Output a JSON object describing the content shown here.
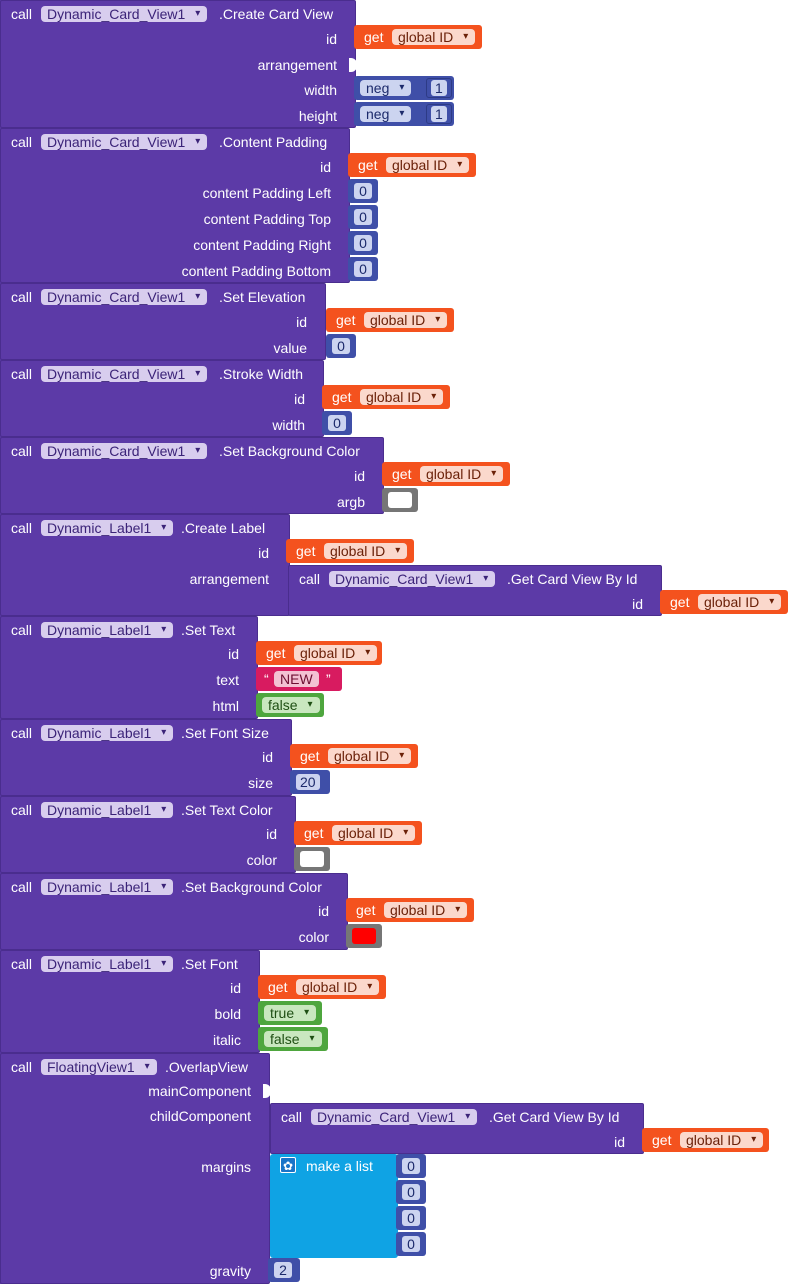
{
  "common": {
    "call": "call",
    "get": "get",
    "global_id": "global ID",
    "quote_open": "“",
    "quote_close": "”",
    "make_a_list": "make a list"
  },
  "components": {
    "card": "Dynamic_Card_View1",
    "label": "Dynamic_Label1",
    "floating": "FloatingView1"
  },
  "blocks": {
    "create_card_view": {
      "method": ".Create Card View",
      "params": [
        "id",
        "arrangement",
        "width",
        "height"
      ],
      "neg_label": "neg",
      "width_value": "1",
      "height_value": "1"
    },
    "content_padding": {
      "method": ".Content Padding",
      "params": [
        "id",
        "content Padding Left",
        "content Padding Top",
        "content Padding Right",
        "content Padding Bottom"
      ],
      "values": [
        "0",
        "0",
        "0",
        "0"
      ]
    },
    "set_elevation": {
      "method": ".Set Elevation",
      "params": [
        "id",
        "value"
      ],
      "value": "0"
    },
    "stroke_width": {
      "method": ".Stroke Width",
      "params": [
        "id",
        "width"
      ],
      "value": "0"
    },
    "card_bg_color": {
      "method": ".Set Background Color",
      "params": [
        "id",
        "argb"
      ],
      "swatch": "#ffffff"
    },
    "create_label": {
      "method": ".Create Label",
      "params": [
        "id",
        "arrangement"
      ],
      "inner_method": ".Get Card View By Id",
      "inner_param": "id"
    },
    "set_text": {
      "method": ".Set Text",
      "params": [
        "id",
        "text",
        "html"
      ],
      "text": "NEW",
      "html": "false"
    },
    "set_font_size": {
      "method": ".Set Font Size",
      "params": [
        "id",
        "size"
      ],
      "value": "20"
    },
    "set_text_color": {
      "method": ".Set Text Color",
      "params": [
        "id",
        "color"
      ],
      "swatch": "#ffffff"
    },
    "label_bg_color": {
      "method": ".Set Background Color",
      "params": [
        "id",
        "color"
      ],
      "swatch": "#ff0000"
    },
    "set_font": {
      "method": ".Set Font",
      "params": [
        "id",
        "bold",
        "italic"
      ],
      "bold": "true",
      "italic": "false"
    },
    "overlap_view": {
      "method": ".OverlapView",
      "params": [
        "mainComponent",
        "childComponent",
        "margins",
        "gravity"
      ],
      "inner_method": ".Get Card View By Id",
      "inner_param": "id",
      "margins": [
        "0",
        "0",
        "0",
        "0"
      ],
      "gravity": "2"
    }
  },
  "colors": {
    "procedure": "#5c3aa7",
    "variable": "#f4521e",
    "math": "#3f4fa8",
    "logic": "#4ea63e",
    "text": "#d81b60",
    "color_block": "#767676",
    "list": "#0fa3e4"
  }
}
